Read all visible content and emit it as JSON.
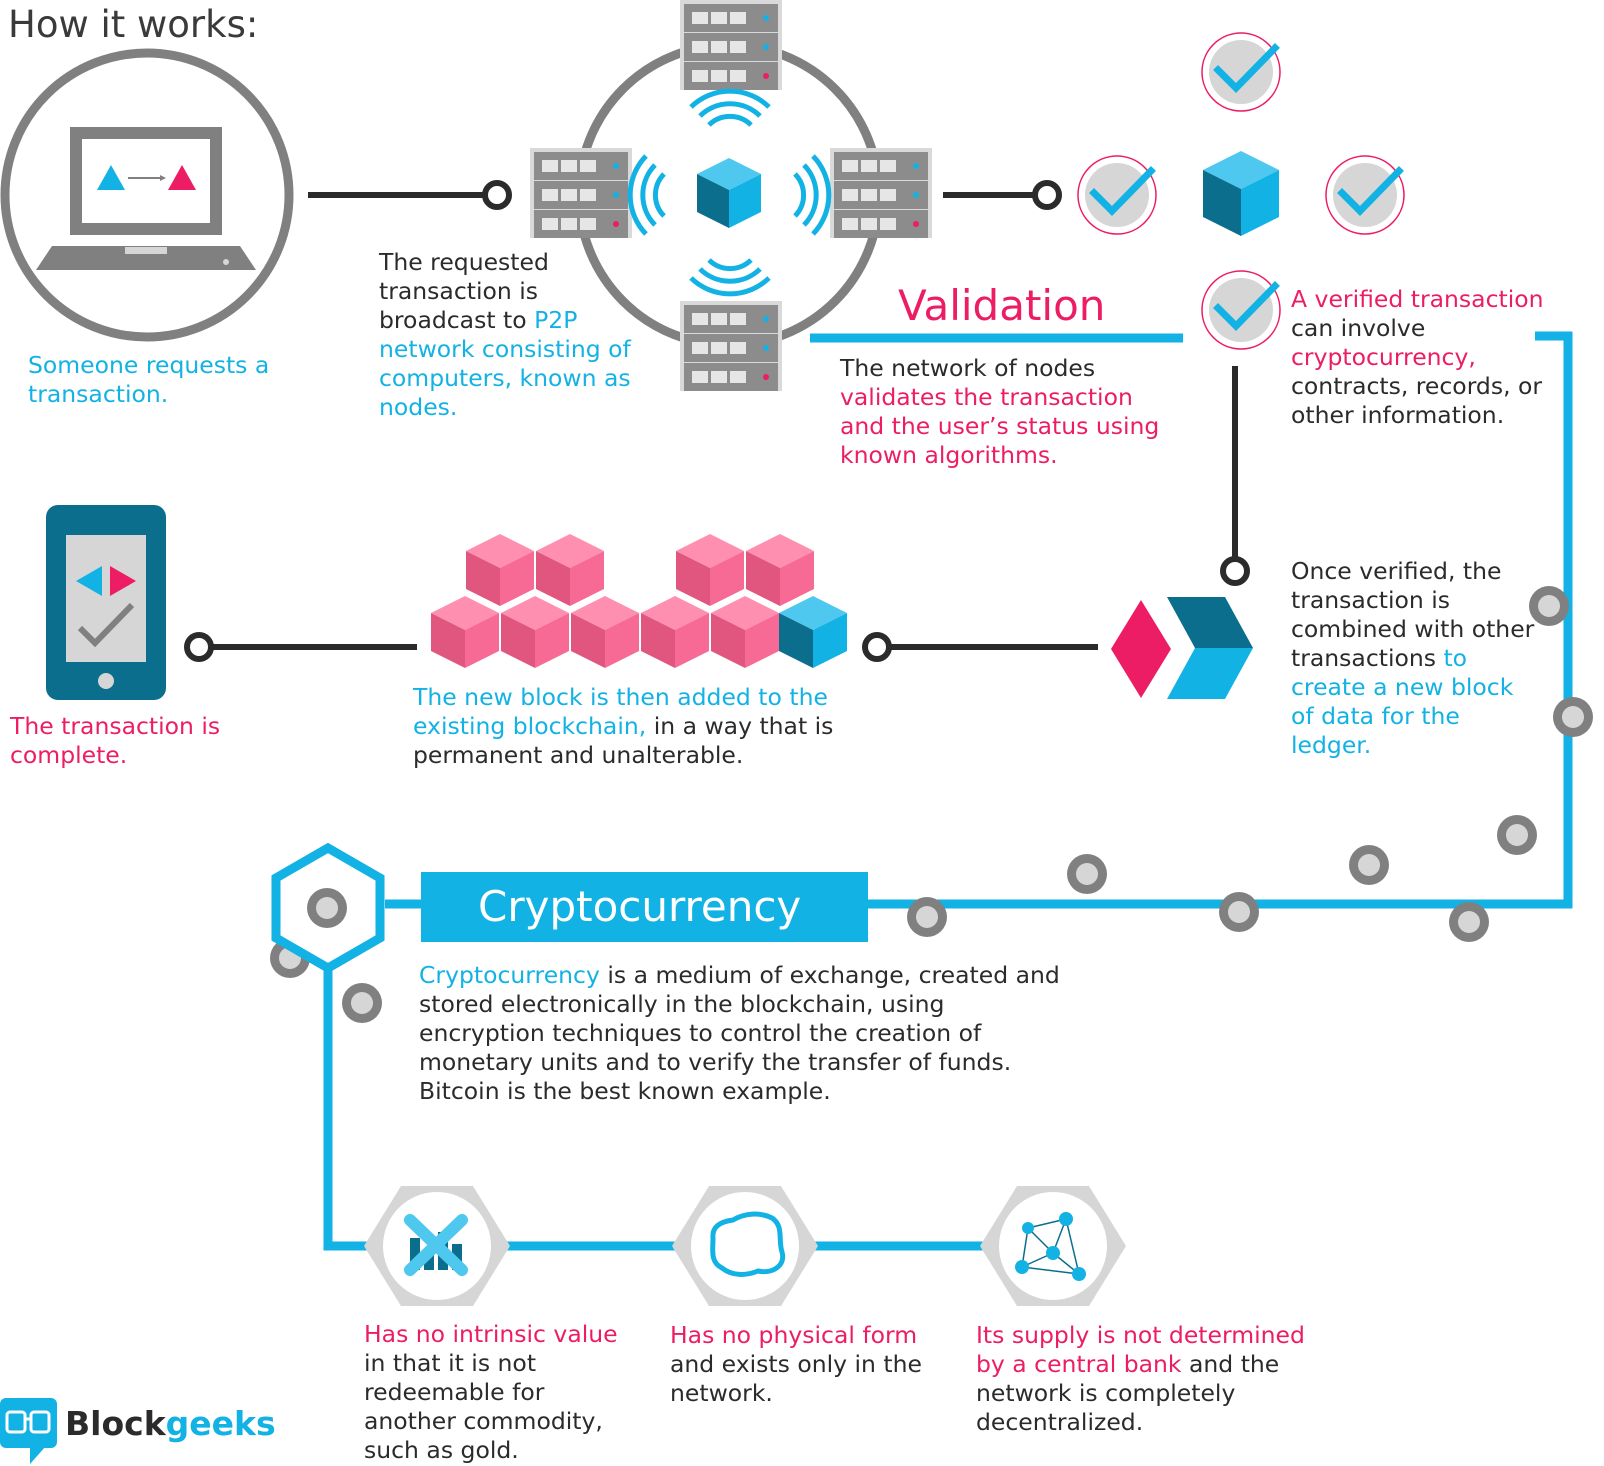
{
  "heading": "How it works:",
  "steps": {
    "request": "Someone requests a transaction.",
    "broadcast": {
      "part1": "The requested transaction is broadcast to ",
      "part2": "P2P network consisting of computers, known as nodes."
    },
    "validation_title": "Validation",
    "validation": {
      "part1": "The network of nodes ",
      "part2": "validates the transaction and the user’s status using known algorithms."
    },
    "verified": {
      "part1": "A verified transaction",
      "part2": " can involve ",
      "part3": "cryptocurrency,",
      "part4": " contracts, records, or other information."
    },
    "combined": {
      "part1": "Once verified, the transaction is combined with other transactions ",
      "part2": "to create a new block of data for the ledger."
    },
    "added": {
      "part1": "The new block is then added to the existing blockchain,",
      "part2": " in a way that is permanent and unalterable."
    },
    "complete": "The transaction is complete."
  },
  "cryptocurrency": {
    "title": "Cryptocurrency",
    "desc_part1": "Cryptocurrency",
    "desc_part2": " is a medium of exchange, created and stored electronically in the blockchain, using encryption techniques to control the creation of monetary units and to verify the transfer of funds. Bitcoin is the best known example."
  },
  "properties": [
    {
      "pink": "Has no intrinsic value",
      "rest": " in that it is not redeemable for another commodity, such as gold.",
      "icon": "no-value-icon"
    },
    {
      "pink": "Has no physical form",
      "rest": " and exists only in the network.",
      "icon": "no-physical-form-icon"
    },
    {
      "pink": "Its supply is not determined by a central bank",
      "rest": " and the network is completely decentralized.",
      "icon": "network-icon"
    }
  ],
  "logo": {
    "part1": "Block",
    "part2": "geeks"
  },
  "colors": {
    "blue": "#13b2e4",
    "pink": "#ec1d65",
    "gray": "#808080",
    "dark": "#2b2b2b",
    "teal": "#0b6e8c"
  }
}
